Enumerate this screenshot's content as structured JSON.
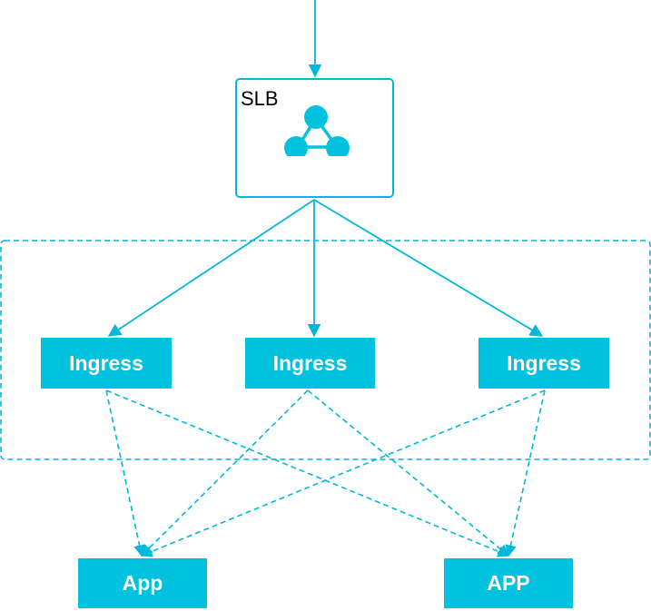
{
  "colors": {
    "accent": "#00c1de",
    "line": "#00b8d9",
    "text_on_accent": "#ffffff"
  },
  "slb": {
    "label": "SLB",
    "icon": "load-balancer-icon"
  },
  "cluster": {
    "border_style": "dashed"
  },
  "ingress_nodes": [
    {
      "label": "Ingress"
    },
    {
      "label": "Ingress"
    },
    {
      "label": "Ingress"
    }
  ],
  "app_nodes": [
    {
      "label": "App"
    },
    {
      "label": "APP"
    }
  ],
  "edges": [
    {
      "from": "incoming",
      "to": "slb",
      "style": "solid"
    },
    {
      "from": "slb",
      "to": "ingress-1",
      "style": "solid"
    },
    {
      "from": "slb",
      "to": "ingress-2",
      "style": "solid"
    },
    {
      "from": "slb",
      "to": "ingress-3",
      "style": "solid"
    },
    {
      "from": "ingress-1",
      "to": "app-1",
      "style": "dashed"
    },
    {
      "from": "ingress-1",
      "to": "app-2",
      "style": "dashed"
    },
    {
      "from": "ingress-2",
      "to": "app-1",
      "style": "dashed"
    },
    {
      "from": "ingress-2",
      "to": "app-2",
      "style": "dashed"
    },
    {
      "from": "ingress-3",
      "to": "app-1",
      "style": "dashed"
    },
    {
      "from": "ingress-3",
      "to": "app-2",
      "style": "dashed"
    }
  ]
}
